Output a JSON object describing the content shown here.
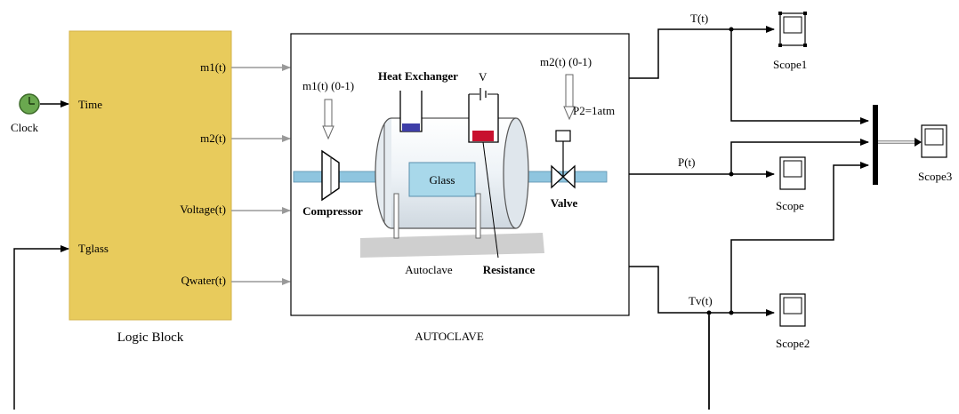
{
  "clock": {
    "label": "Clock"
  },
  "logic_block": {
    "title": "Logic Block",
    "inputs": [
      "Time",
      "Tglass"
    ],
    "outputs": [
      "m1(t)",
      "m2(t)",
      "Voltage(t)",
      "Qwater(t)"
    ]
  },
  "autoclave": {
    "title": "AUTOCLAVE",
    "labels": {
      "m1": "m1(t) (0-1)",
      "heat_exchanger": "Heat Exchanger",
      "voltage": "V",
      "m2": "m2(t) (0-1)",
      "p2": "P2=1atm",
      "glass": "Glass",
      "compressor": "Compressor",
      "valve": "Valve",
      "autoclave": "Autoclave",
      "resistance": "Resistance"
    }
  },
  "signals": {
    "T": "T(t)",
    "P": "P(t)",
    "Tv": "Tv(t)"
  },
  "scopes": {
    "scope1": "Scope1",
    "scope": "Scope",
    "scope2": "Scope2",
    "scope3": "Scope3"
  },
  "colors": {
    "logic_block": "#e8cb5c",
    "logic_border": "#d4b347",
    "clock": "#6aa84f",
    "glass": "#a8d8ea",
    "pipe": "#8fc5df"
  }
}
